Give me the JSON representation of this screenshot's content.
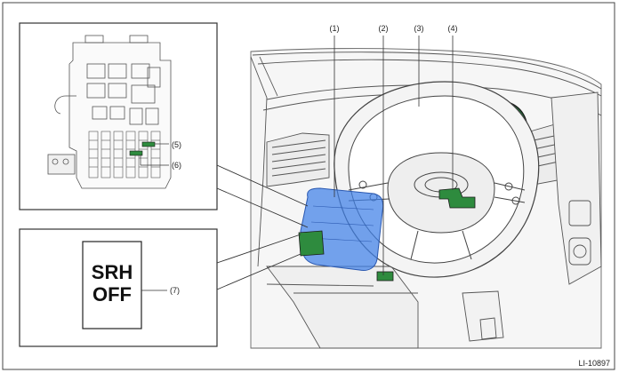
{
  "callouts": {
    "c1": "(1)",
    "c2": "(2)",
    "c3": "(3)",
    "c4": "(4)",
    "c5": "(5)",
    "c6": "(6)",
    "c7": "(7)"
  },
  "srh_switch": {
    "line1": "SRH",
    "line2": "OFF"
  },
  "figure_code": "LI-10897",
  "colors": {
    "highlight_green": "#2e8b3e",
    "cluster_green": "#1f6b34",
    "highlight_blue": "#3f7fe8",
    "line": "#333333"
  }
}
